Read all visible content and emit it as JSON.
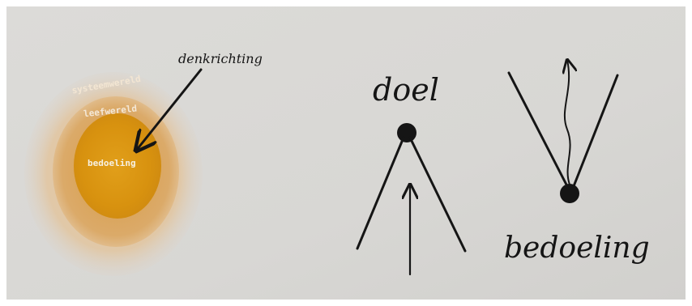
{
  "colors": {
    "paper": "#d9d8d5",
    "ink": "#151515",
    "outer_ring": "#e2c29a",
    "middle_ring": "#d9a55d",
    "core": "#d9940f",
    "core_label": "#f7f1e3",
    "ring_label": "#f4e8d7"
  },
  "circle": {
    "outer_label": "systeemwereld",
    "middle_label": "leefwereld",
    "core_label": "bedoeling",
    "arrow_label": "denkrichting"
  },
  "left_sketch": {
    "label": "doel"
  },
  "right_sketch": {
    "label": "bedoeling"
  }
}
